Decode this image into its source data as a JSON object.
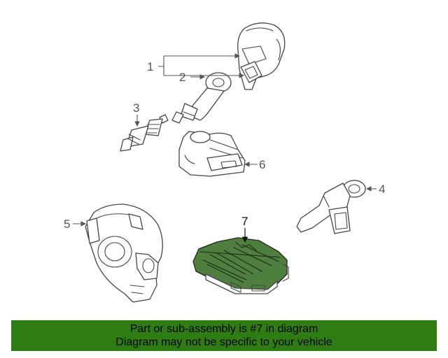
{
  "callouts": {
    "c1": "1",
    "c2": "2",
    "c3": "3",
    "c4": "4",
    "c5": "5",
    "c6": "6",
    "c7": "7"
  },
  "banner": {
    "line1": "Part or sub-assembly is #7 in diagram",
    "line2": "Diagram may not be specific to your vehicle"
  },
  "colors": {
    "highlight": "#4f7f3f",
    "banner": "#2e7d12"
  }
}
